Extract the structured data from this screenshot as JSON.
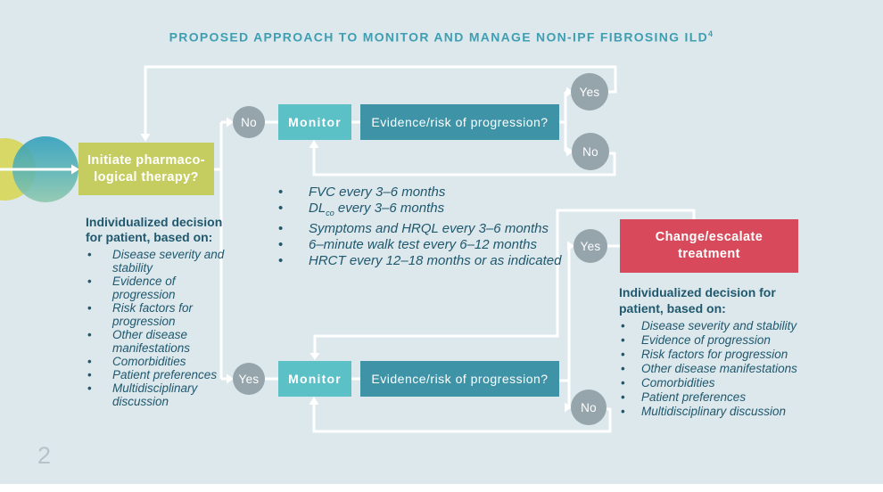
{
  "page": {
    "number": "2"
  },
  "title": {
    "text": "PROPOSED APPROACH TO MONITOR AND MANAGE NON-IPF FIBROSING ILD",
    "superscript": "4"
  },
  "flow": {
    "yes_label": "Yes",
    "no_label": "No",
    "initiate_box": {
      "line1": "Initiate pharmaco-",
      "line2": "logical therapy?"
    },
    "monitor_label": "Monitor",
    "evidence_label": "Evidence/risk of progression?",
    "change_box": {
      "line1": "Change/escalate",
      "line2": "treatment"
    }
  },
  "left_panel": {
    "heading_line1": "Individualized decision",
    "heading_line2": "for patient, based on:",
    "items": [
      "Disease severity and stability",
      "Evidence of progression",
      "Risk factors for progression",
      "Other disease manifestations",
      "Comorbidities",
      "Patient preferences",
      "Multidisciplinary discussion"
    ]
  },
  "monitoring_list": {
    "items": [
      "FVC every 3–6 months",
      {
        "pre": "DL",
        "sub": "co",
        "post": " every 3–6 months"
      },
      "Symptoms and HRQL every 3–6 months",
      "6–minute walk test every 6–12 months",
      "HRCT every 12–18 months or as indicated"
    ]
  },
  "right_panel": {
    "heading_line1": "Individualized decision for",
    "heading_line2": "patient, based on:",
    "items": [
      "Disease severity and stability",
      "Evidence of progression",
      "Risk factors for progression",
      "Other disease manifestations",
      "Comorbidities",
      "Patient preferences",
      "Multidisciplinary discussion"
    ]
  },
  "colors": {
    "background": "#dce8ec",
    "title_teal": "#3f9eb2",
    "box_green": "#c5cd61",
    "box_monitor": "#5cc0c7",
    "box_evidence": "#3e93a7",
    "box_change_red": "#d84a5b",
    "circle_gray": "#96a5ab",
    "text_blue": "#20586e",
    "connector_white": "#ffffff"
  }
}
